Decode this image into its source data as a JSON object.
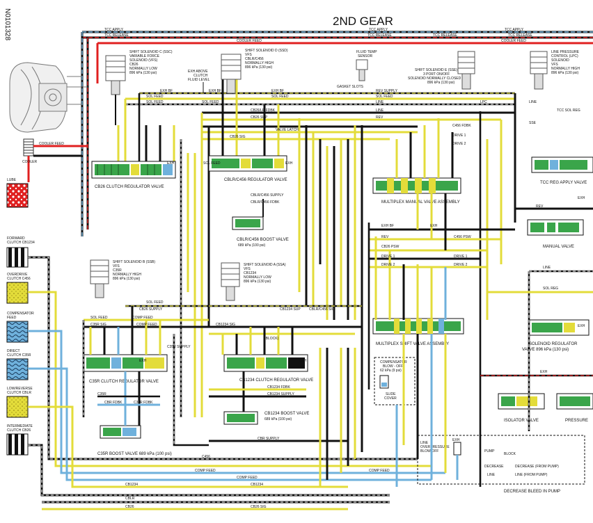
{
  "title": "2ND GEAR",
  "doc_id": "N0101328",
  "colors": {
    "yellow": "#e3dc3a",
    "blue": "#6fb1dc",
    "red": "#e02020",
    "green": "#3aa54a",
    "black": "#111111",
    "gray": "#8a8a8a"
  },
  "top_lines": {
    "tcc_apply_1": "TCC APPLY",
    "tcc_apply_2": "TCC APPLY",
    "tcc_apply_3": "TCC APPLY",
    "tcc_release_1": "TCC RELEASE",
    "tcc_release_2": "TCC RELEASE",
    "tcc_release_3": "TCC RELEASE",
    "tcc_release_4": "TCC RELEASE",
    "cooler_feed_1": "COOLER FEED",
    "cooler_feed_2": "COOLER FEED"
  },
  "solenoids": {
    "c": [
      "SHIFT SOLENOID C (SSC)",
      "VARIABLE FORCE",
      "SOLENOID (VFS)",
      "CB26",
      "NORMALLY LOW",
      "896 kPa (130 psi)"
    ],
    "d": [
      "SHIFT SOLENOID D (SSD)",
      "VFS",
      "CBLR/C456",
      "NORMALLY HIGH",
      "896 kPa (130 psi)"
    ],
    "fluid_temp": [
      "FLUID TEMP",
      "SENSOR"
    ],
    "e": [
      "SHIFT SOLENOID E (SSE)",
      "3 PORT ON/OFF",
      "SOLENOID NORMALLY CLOSED",
      "896 kPa (130 psi)"
    ],
    "lpc": [
      "LINE PRESSURE",
      "CONTROL (LPC)",
      "SOLENOID",
      "VFS",
      "NORMALLY HIGH",
      "896 kPa (130 psi)"
    ],
    "b": [
      "SHIFT SOLENOID B (SSB)",
      "VFS",
      "C35R",
      "NORMALLY HIGH",
      "896 kPa (130 psi)"
    ],
    "a": [
      "SHIFT SOLENOID A (SSA)",
      "VFS",
      "CB1234",
      "NORMALLY LOW",
      "896 kPa (130 psi)"
    ]
  },
  "exh_above_clutch": [
    "EXH ABOVE",
    "CLUTCH",
    "FLUID LEVEL"
  ],
  "gasket_slots": "GASKET SLOTS",
  "valves": {
    "cb26": "CB26 CLUTCH REGULATOR VALVE",
    "cblrc456_reg": "CBLR/C456 REGULATOR VALVE",
    "cblrc456_boost": [
      "CBLR/C456 BOOST VALVE",
      "689 kPa (100 psi)"
    ],
    "multiplex_manual": "MULTIPLEX MANUAL VALVE ASSEMBLY",
    "tcc_reg": "TCC REG APPLY VALVE",
    "manual": "MANUAL VALVE",
    "c35r_reg": "C35R CLUTCH REGULATOR VALVE",
    "c35r_boost": "C35R BOOST VALVE 689 kPa (100 psi)",
    "cb1234_reg": "CB1234 CLUTCH REGULATOR VALVE",
    "cb1234_boost": [
      "CB1234 BOOST VALVE",
      "689 kPa (100 psi)"
    ],
    "multiplex_shift": "MULTIPLEX SHIFT VALVE ASSEMBLY",
    "solenoid_reg": [
      "SOLENOID REGULATOR",
      "VALVE 896 kPa (130 psi)"
    ],
    "isolator": "ISOLATOR VALVE",
    "pressure": "PRESSURE"
  },
  "compensator_blowoff": [
    "COMPENSATOR",
    "BLOW - OFF",
    "62 kPa (9 psi)"
  ],
  "slide_cover": [
    "SLIDE",
    "COVER"
  ],
  "line_overpressure": [
    "LINE",
    "OVERPRESSURE",
    "BLOW-OFF"
  ],
  "bottom_right": {
    "decrease_bleed": "DECREASE BLEED IN PUMP",
    "pump": "PUMP",
    "block": "BLOCK",
    "decrease": "DECREASE",
    "line": "LINE",
    "decrease_from_pump": "DECREASE (FROM PUMP)",
    "line_from_pump": "LINE (FROM PUMP)",
    "exh": "EXH"
  },
  "left_legend": {
    "cooler_feed": "COOLER FEED",
    "cooler": "COOLER",
    "lube": "LUBE",
    "forward": [
      "FORWARD",
      "CLUTCH CB1234"
    ],
    "overdrive": [
      "OVERDRIVE",
      "CLUTCH C456"
    ],
    "compensator_feed": [
      "COMPENSATOR",
      "FEED"
    ],
    "direct": [
      "DIRECT",
      "CLUTCH C35R"
    ],
    "low_reverse": [
      "LOW/REVERSE",
      "CLUTCH CBLR"
    ],
    "intermediate": [
      "INTERMEDIATE",
      "CLUTCH CB26"
    ]
  },
  "line_labels": {
    "exh_bf_1": "EXH BF",
    "exh_bf_2": "EXH BF",
    "exh_bf_3": "EXH BF",
    "exh_bf_4": "EXH BF",
    "sol_feed_1": "SOL FEED",
    "sol_feed_2": "SOL FEED",
    "sol_feed_3": "SOL FEED",
    "sol_feed_4": "SOL FEED",
    "sol_feed_5": "SOL FEED",
    "sol_feed_6": "SOL FEED",
    "cb26_sig": "CB26 SIG",
    "cb26_fdbk": "CB26/LR FDBK",
    "cblrc456_supply": "CBLR/C456 SUPPLY",
    "cblrc456_fdbk": "CBLR/C456 FDBK",
    "cblrc456_sig": "CBLR/C456 SIG",
    "valve_latch": "VALVE LATCH",
    "cb26_supply": "CB26 SUPPLY",
    "cbr_supply": "C35R SUPPLY",
    "c35r_sig": "C35R SIG",
    "c35r_fdbk": "C35R FDBK",
    "c35r": "C35R",
    "cb1234_sup": "CB1234 SUP",
    "cb1234_sig": "CB1234 SIG",
    "cb1234_fdbk": "CB1234 FDBK",
    "cb1234_dup": "CB1234",
    "cb1234_supply_2": "CB1234 SUPPLY",
    "cb1234": "CB1234",
    "cbr_supply_2": "CBR SUPPLY",
    "cblr": "CBLR",
    "cb26": "CB26",
    "c456": "C456",
    "comp_feed_1": "COMP FEED",
    "comp_feed_2": "COMP FEED",
    "comp_feed_3": "COMP FEED",
    "comp_feed_4": "COMP FEED",
    "rev_1": "REV",
    "rev_2": "REV",
    "rev_3": "REV",
    "rev_supply": "REV SUPPLY",
    "drive_1": "DRIVE 1",
    "drive_2": "DRIVE 2",
    "drive_1b": "DRIVE 1",
    "drive_2b": "DRIVE 2",
    "drive_1c": "DRIVE 1",
    "drive_2c": "DRIVE 2",
    "line_1": "LINE",
    "line_2": "LINE",
    "line_3": "LINE",
    "line_4": "LINE",
    "lpc": "LPC",
    "c456_fdbk": "C456 FDBK",
    "block": "(BLOCK)",
    "cb26_sup": "CB26 SUP",
    "tcc_sol_reg": "TCC SOL REG",
    "cb26_psw": "CB26 PSW",
    "c456_psw": "C456 PSW",
    "sol_reg": "SOL REG",
    "exh_1": "EXH",
    "exh_2": "EXH",
    "exh_3": "EXH",
    "exh_4": "EXH",
    "exh_5": "EXH",
    "exh_6": "EXH",
    "exh_7": "EXH",
    "exh_8": "EXH",
    "sse": "SSE",
    "cbr_fdbk": "CBR FDBK",
    "cb26_sig_2": "CB26 SIG",
    "comp_feed_5": "COMP FEED",
    "sol_feed_7": "SOL FEED",
    "sol_feed_8": "SOL FEED"
  }
}
